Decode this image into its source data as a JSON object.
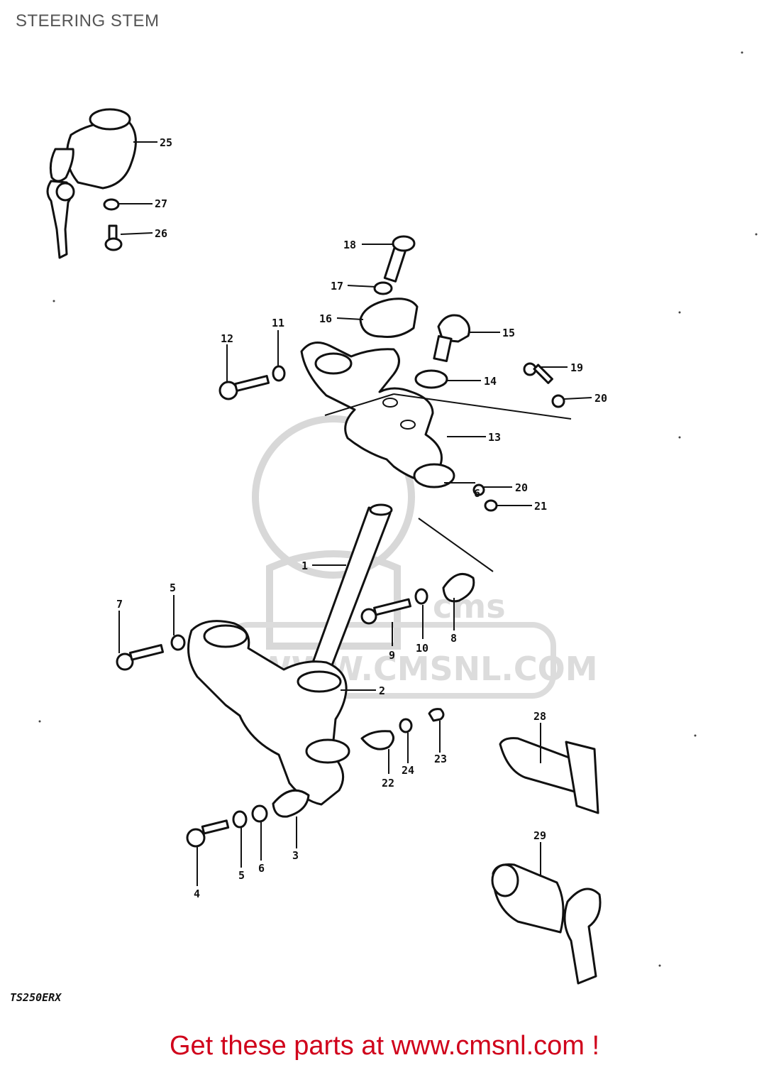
{
  "page": {
    "title": "STEERING STEM",
    "model_code": "TS250ERX",
    "footer_link": "Get these parts at www.cmsnl.com !"
  },
  "watermark": {
    "text": "WWW.CMSNL.COM",
    "logo_text": "cms"
  },
  "callouts": {
    "c1": "1",
    "c2": "2",
    "c3": "3",
    "c4": "4",
    "c5a": "5",
    "c5b": "5",
    "c6a": "6",
    "c6b": "6",
    "c7": "7",
    "c8": "8",
    "c9": "9",
    "c10": "10",
    "c11": "11",
    "c12": "12",
    "c13": "13",
    "c14": "14",
    "c15": "15",
    "c16": "16",
    "c17": "17",
    "c18": "18",
    "c19": "19",
    "c20a": "20",
    "c20b": "20",
    "c21": "21",
    "c22": "22",
    "c23": "23",
    "c24": "24",
    "c25": "25",
    "c26": "26",
    "c27": "27",
    "c28": "28",
    "c29": "29"
  },
  "colors": {
    "footer_link": "#d0021b",
    "line_art": "#111111",
    "watermark": "#d8d8d8"
  }
}
